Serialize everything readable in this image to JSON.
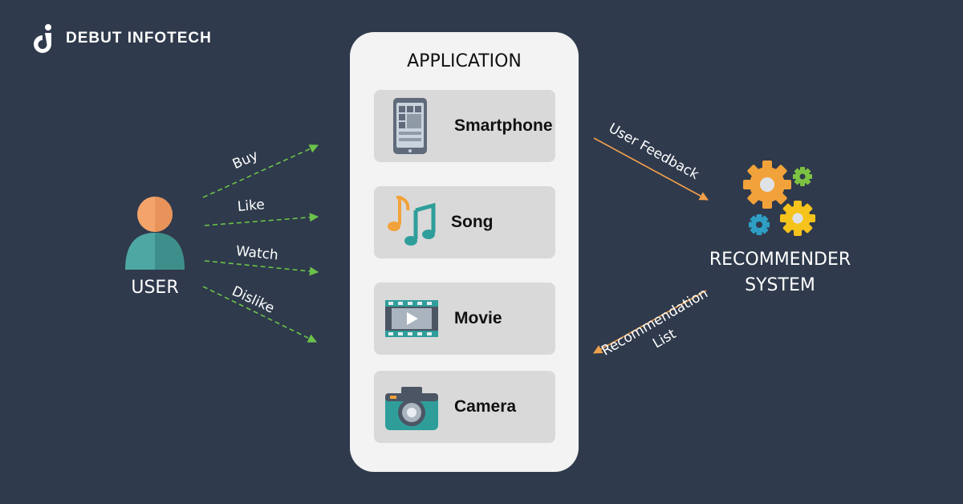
{
  "brand": {
    "name": "DEBUT INFOTECH",
    "logo_icon": "di-logo-icon"
  },
  "user": {
    "label": "USER",
    "icon": "user-avatar-icon"
  },
  "actions": [
    {
      "label": "Buy"
    },
    {
      "label": "Like"
    },
    {
      "label": "Watch"
    },
    {
      "label": "Dislike"
    }
  ],
  "application": {
    "title": "APPLICATION",
    "items": [
      {
        "label": "Smartphone",
        "icon": "smartphone-icon"
      },
      {
        "label": "Song",
        "icon": "music-notes-icon"
      },
      {
        "label": "Movie",
        "icon": "film-strip-icon"
      },
      {
        "label": "Camera",
        "icon": "camera-icon"
      }
    ]
  },
  "recommender": {
    "line1": "RECOMMENDER",
    "line2": "SYSTEM",
    "icon": "gears-icon"
  },
  "flows": {
    "feedback": "User Feedback",
    "recommendation_line1": "Recommendation",
    "recommendation_line2": "List"
  },
  "colors": {
    "background": "#2f3a4c",
    "action_arrow": "#6cc24a",
    "flow_arrow": "#f0a04b",
    "panel": "#f3f3f3",
    "card": "#d9d9d9",
    "user_head": "#f4a46a",
    "user_body": "#4fa7a3"
  }
}
